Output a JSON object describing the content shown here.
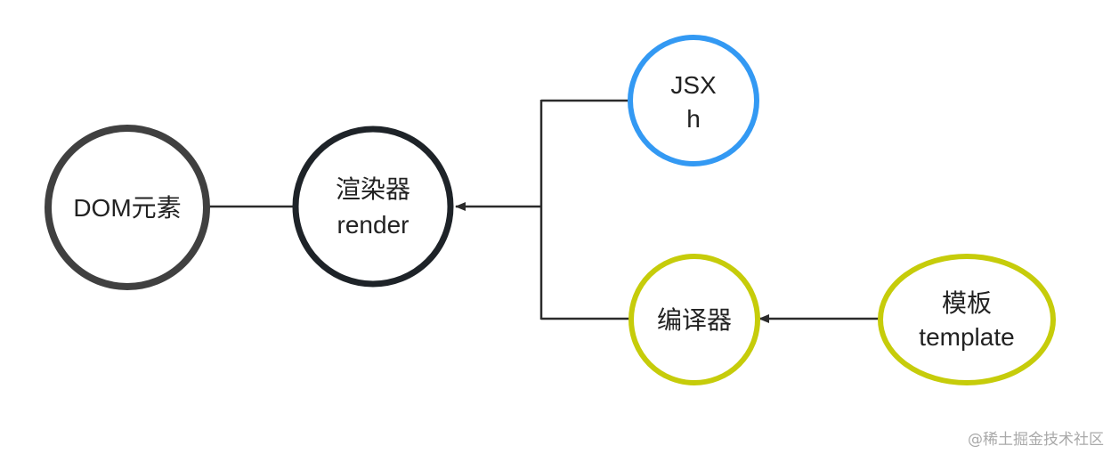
{
  "colors": {
    "dom_stroke": "#404040",
    "render_stroke": "#1e2328",
    "jsx_stroke": "#3399f3",
    "compiler_stroke": "#c6cc0a",
    "template_stroke": "#c6cc0a",
    "line": "#2b2b2b"
  },
  "nodes": {
    "dom": {
      "line1": "DOM元素"
    },
    "render": {
      "line1": "渲染器",
      "line2": "render"
    },
    "jsx": {
      "line1": "JSX",
      "line2": "h"
    },
    "compiler": {
      "line1": "编译器"
    },
    "template": {
      "line1": "模板",
      "line2": "template"
    }
  },
  "watermark": "@稀土掘金技术社区"
}
